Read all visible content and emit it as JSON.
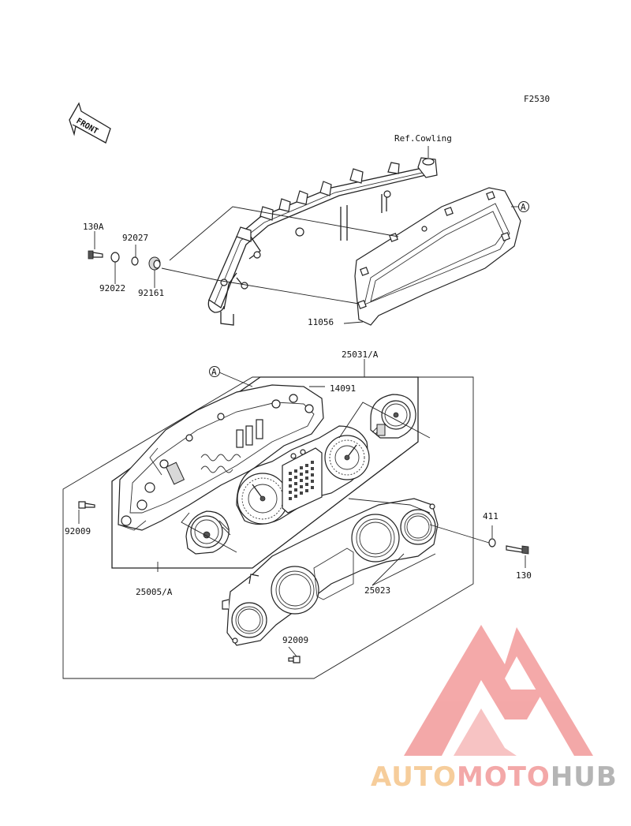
{
  "figure_id": "F2530",
  "front_label": "FRONT",
  "callouts": {
    "ref_cowling": "Ref.Cowling",
    "p130A": "130A",
    "p92027": "92027",
    "p92022": "92022",
    "p92161": "92161",
    "p11056": "11056",
    "mark_a_top": "A",
    "p25031A": "25031/A",
    "mark_a_mid": "A",
    "p14091": "14091",
    "p92009_left": "92009",
    "p25005A": "25005/A",
    "p411": "411",
    "p130": "130",
    "p25023": "25023",
    "p92009_bottom": "92009"
  },
  "watermark": {
    "text": "AUTOMOTOHUB",
    "part1": "AUTO",
    "part2": "MOTO",
    "part3": "HUB",
    "colors": {
      "triangle": "#f29a9a",
      "auto": "#f5c58a",
      "moto": "#f29a9a",
      "hub": "#a9a9a9"
    }
  }
}
